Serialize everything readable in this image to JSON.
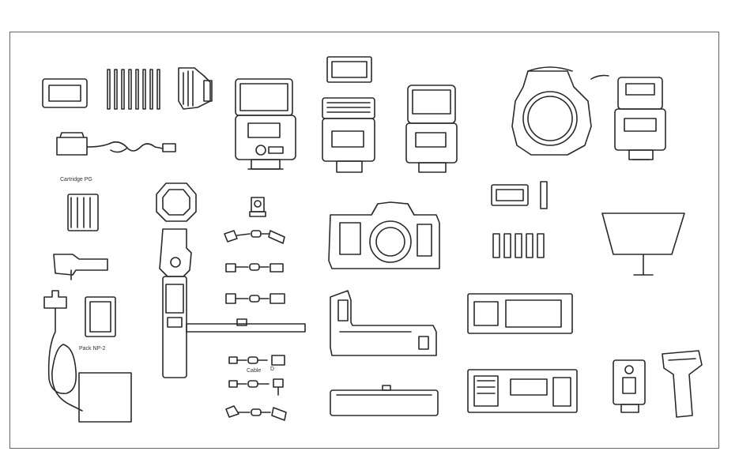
{
  "labels": {
    "cartridge": "Cartridge PG",
    "pack": "Pack NP-2",
    "cable": "Cable",
    "cable_code": "D"
  },
  "colors": {
    "ink": "#2a2a2a",
    "frame": "#666666",
    "paper": "#ffffff"
  }
}
